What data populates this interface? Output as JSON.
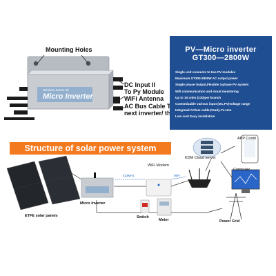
{
  "product": {
    "brand_text": "Wireless Series Kit",
    "name_text": "Micro Inverter"
  },
  "callouts": {
    "mounting_holes": "Mounting Holes",
    "dc_input_line1": "DC Input II",
    "dc_input_line2": "To Py Module",
    "wifi_antenna": "WiFi Antenna",
    "ac_bus_line1": "AC Bus Cable To",
    "ac_bus_line2": "next inverter/ the Grid"
  },
  "spec": {
    "title": "PV—Micro inverter",
    "model": "GT300—2800W",
    "items": [
      "Single unit connects to two PV modules",
      "Maximum GT300-2800W AC output power",
      "Single phase Output,Flexible 3-phase PV system",
      "Wifi communication and cloud monitoring",
      "Up to 10 units (230)per branch",
      "Customizable various input (DC,PV)voltage range",
      "Integread ACbus cable,Ready-To-Use",
      "Low cost Easy installation"
    ]
  },
  "banner": {
    "title": "Structure of solar power system"
  },
  "diagram": {
    "solar_panels": "ETFE solar panels",
    "micro_inverter": "Micro inverter",
    "freq": "433MHz",
    "wifi_modem": "WiFi Modem",
    "wifi": "WiFi",
    "cloud": "KDM Cloud server",
    "app": "APP Contrl",
    "computer": "Computer",
    "switch": "Switch",
    "meter": "Meter",
    "grid": "Power Grid"
  },
  "colors": {
    "spec_bg": "#1f4e93",
    "banner_bg": "#f47a20",
    "inverter_body": "#c9ccd1",
    "inverter_label": "#7aa3cc",
    "panel": "#23262b"
  }
}
